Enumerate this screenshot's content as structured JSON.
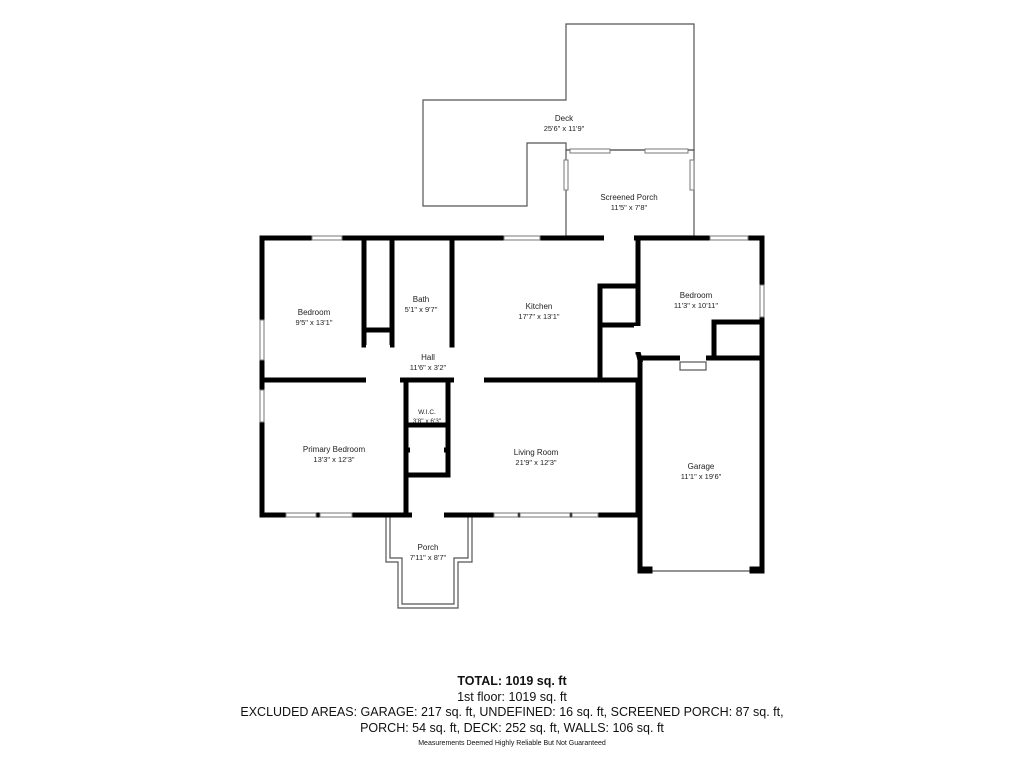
{
  "rooms": {
    "deck": {
      "name": "Deck",
      "dims": "25'6\" x 11'9\""
    },
    "screened_porch": {
      "name": "Screened Porch",
      "dims": "11'5\" x 7'8\""
    },
    "bedroom_left": {
      "name": "Bedroom",
      "dims": "9'5\" x 13'1\""
    },
    "bath": {
      "name": "Bath",
      "dims": "5'1\" x 9'7\""
    },
    "kitchen": {
      "name": "Kitchen",
      "dims": "17'7\" x 13'1\""
    },
    "bedroom_right": {
      "name": "Bedroom",
      "dims": "11'3\" x 10'11\""
    },
    "hall": {
      "name": "Hall",
      "dims": "11'6\" x 3'2\""
    },
    "wic": {
      "name": "W.I.C.",
      "dims": "3'8\" x 6'3\""
    },
    "primary_bedroom": {
      "name": "Primary Bedroom",
      "dims": "13'3\" x 12'3\""
    },
    "living_room": {
      "name": "Living Room",
      "dims": "21'9\" x 12'3\""
    },
    "garage": {
      "name": "Garage",
      "dims": "11'1\" x 19'6\""
    },
    "porch": {
      "name": "Porch",
      "dims": "7'11\" x 8'7\""
    }
  },
  "summary": {
    "total": "TOTAL: 1019 sq. ft",
    "floor": "1st floor: 1019 sq. ft",
    "excluded_line1": "EXCLUDED AREAS: GARAGE: 217 sq. ft, UNDEFINED: 16 sq. ft, SCREENED PORCH: 87 sq. ft,",
    "excluded_line2": "PORCH: 54 sq. ft, DECK: 252 sq. ft, WALLS: 106 sq. ft",
    "disclaimer": "Measurements Deemed Highly Reliable But Not Guaranteed"
  }
}
